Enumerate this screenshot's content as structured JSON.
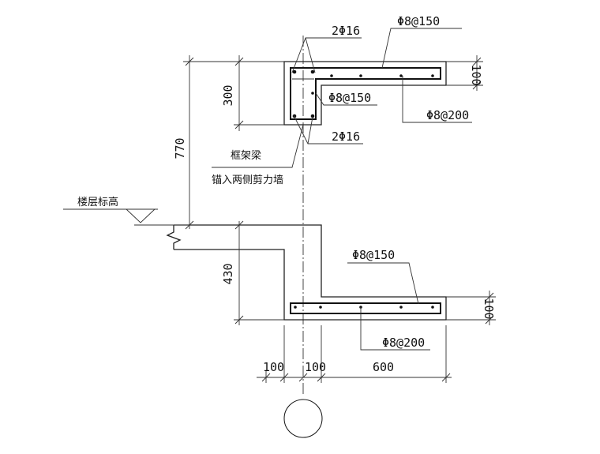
{
  "labels": {
    "bar_top": "2Φ16",
    "stirrup_top_slab": "Φ8@150",
    "slab_top_dim": "100",
    "stirrup_beam": "Φ8@150",
    "dist_top": "Φ8@200",
    "bar_bottom": "2Φ16",
    "beam_note_1": "框架梁",
    "beam_note_2": "锚入两侧剪力墙",
    "floor_level": "楼层标高",
    "stirrup_low_slab": "Φ8@150",
    "slab_low_dim": "100",
    "dist_low": "Φ8@200"
  },
  "dimensions": {
    "beam_depth": "300",
    "total_height": "770",
    "lower_height": "430",
    "wall_left": "100",
    "wall_right": "100",
    "slab_width": "600"
  }
}
